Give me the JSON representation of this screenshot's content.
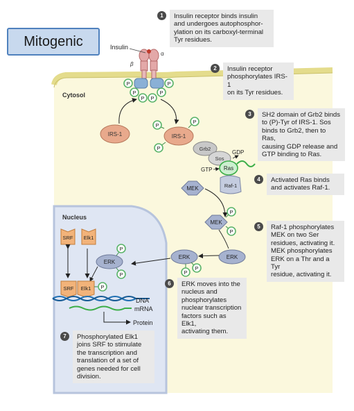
{
  "title_badge": "Mitogenic",
  "labels": {
    "insulin": "Insulin",
    "alpha": "α",
    "beta": "β",
    "cytosol": "Cytosol",
    "nucleus": "Nucleus",
    "irs1": "IRS-1",
    "grb2": "Grb2",
    "sos": "Sos",
    "ras": "Ras",
    "gdp": "GDP",
    "gtp": "GTP",
    "raf1": "Raf-1",
    "mek": "MEK",
    "erk": "ERK",
    "srf": "SRF",
    "elk1": "Elk1",
    "p": "P",
    "dna": "DNA",
    "mrna": "mRNA",
    "protein": "Protein"
  },
  "steps": [
    {
      "num": "1",
      "text": "Insulin receptor binds insulin\nand undergoes autophosphor-\nylation on its carboxyl-terminal\nTyr residues."
    },
    {
      "num": "2",
      "text": "Insulin receptor\nphosphorylates IRS-1\non its Tyr residues."
    },
    {
      "num": "3",
      "text": "SH2 domain of Grb2 binds\nto (P)-Tyr of IRS-1. Sos\nbinds to Grb2, then to Ras,\ncausing GDP release and\nGTP binding to Ras."
    },
    {
      "num": "4",
      "text": "Activated Ras binds\nand activates Raf-1."
    },
    {
      "num": "5",
      "text": "Raf-1 phosphorylates\nMEK on two Ser\nresidues, activating it.\nMEK phosphorylates\nERK on a Thr and a Tyr\nresidue, activating it."
    },
    {
      "num": "6",
      "text": "ERK moves into the\nnucleus and\nphosphorylates\nnuclear transcription\nfactors such as Elk1,\nactivating them."
    },
    {
      "num": "7",
      "text": "Phosphorylated Elk1\njoins SRF to stimulate\nthe transcription and\ntranslation of a set of\ngenes needed for cell\ndivision."
    }
  ],
  "colors": {
    "badge_fill": "#c8d9ee",
    "badge_border": "#4f81bd",
    "cytosol": "#fbf8dd",
    "membrane": "#e8e29a",
    "nucleus": "#dfe6f3",
    "irs1": "#e8a98c",
    "kinase": "#a6b2cf",
    "phospho": "#5bb46a",
    "receptor": "#e3a8a8",
    "receptor_base": "#8ab0d6",
    "dna": "#1f6fb2",
    "mrna": "#3cae48",
    "tf": "#f2b37a"
  }
}
